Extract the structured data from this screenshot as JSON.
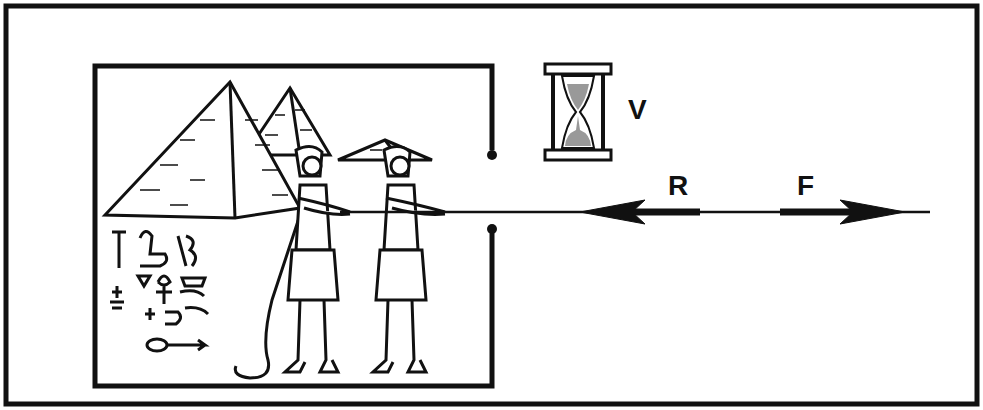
{
  "diagram": {
    "labels": [
      "V",
      "R",
      "F"
    ]
  }
}
